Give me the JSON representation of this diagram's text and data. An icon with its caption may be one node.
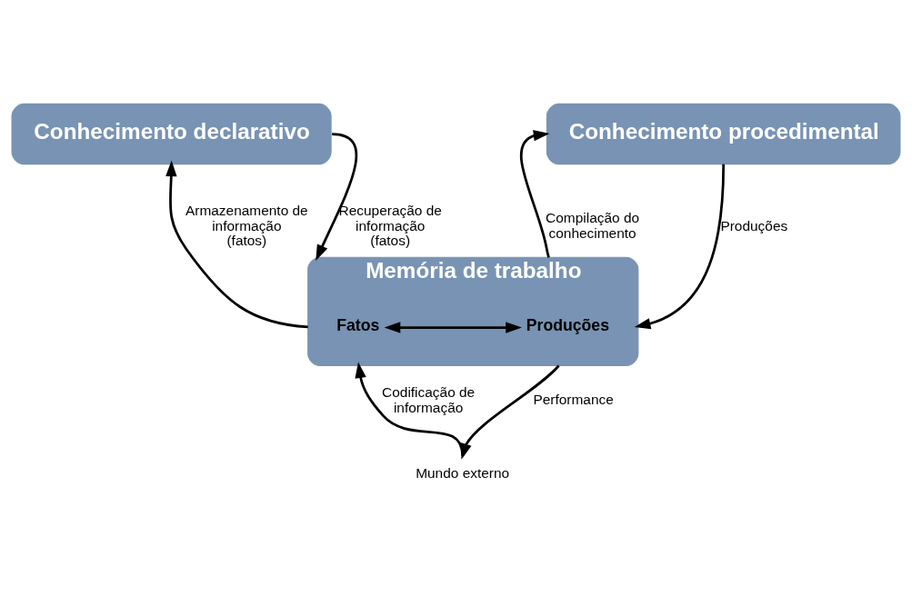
{
  "diagram": {
    "nodes": [
      {
        "text": [
          "Conhecimento declarativo"
        ]
      },
      {
        "text": [
          "Conhecimento procedimental"
        ]
      },
      {
        "text": [
          "Memória de trabalho"
        ]
      },
      {
        "text": [
          "Fatos"
        ],
        "in": 2
      },
      {
        "text": [
          "Produções"
        ],
        "in": 2
      },
      {
        "text": [
          "Mundo externo"
        ]
      }
    ],
    "edges": [
      {
        "from": 0,
        "to": 2,
        "arrow": "to",
        "label": "Recuperação de informação (fatos)"
      },
      {
        "from": 2,
        "to": 1,
        "arrow": "to",
        "label": "Compilação do conhecimento"
      },
      {
        "from": 2,
        "to": 0,
        "arrow": "to",
        "label": "Armazenamento de informação (fatos)"
      },
      {
        "from": 1,
        "to": 2,
        "arrow": "to",
        "label": "Produções"
      },
      {
        "from": 3,
        "to": 4,
        "arrow": "both"
      },
      {
        "from": 5,
        "to": 2,
        "arrow": "to",
        "label": "Codificação de informação"
      },
      {
        "from": 2,
        "to": 5,
        "arrow": "to",
        "label": "Performance"
      }
    ]
  }
}
